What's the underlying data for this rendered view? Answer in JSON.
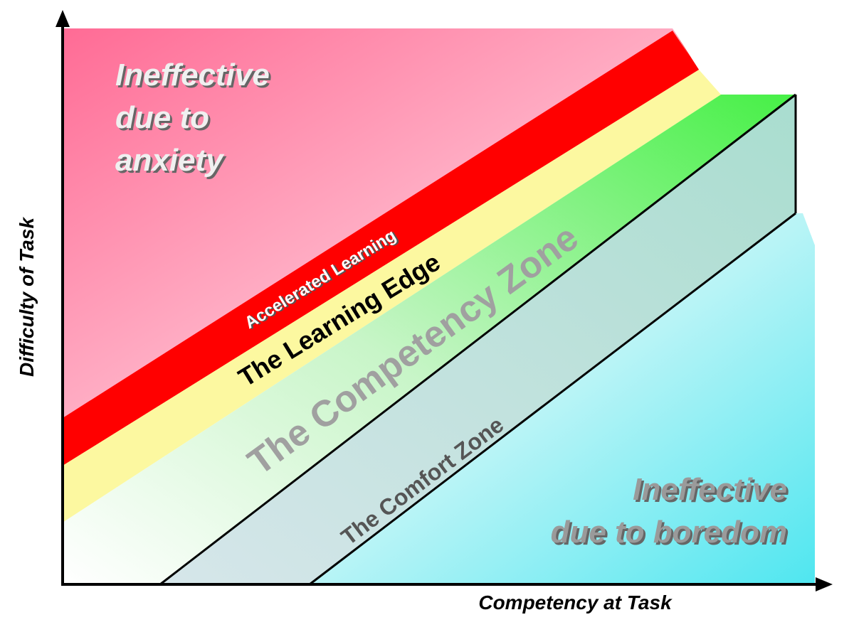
{
  "axes": {
    "x_label": "Competency at Task",
    "y_label": "Difficulty of Task"
  },
  "zones": {
    "anxiety": "Ineffective\ndue to\nanxiety",
    "accelerated": "Accelerated Learning",
    "learning_edge": "The Learning Edge",
    "competency": "The Competency Zone",
    "comfort": "The Comfort Zone",
    "boredom": "Ineffective\ndue to boredom"
  },
  "colors": {
    "anxiety": "#ff6b95",
    "accelerated": "#ff0000",
    "learning_edge": "#fcf8a0",
    "competency": "#5ef25e",
    "comfort": "#c6dfe6",
    "boredom": "#4fe6f0",
    "zone_text": "#9a9a9a"
  }
}
